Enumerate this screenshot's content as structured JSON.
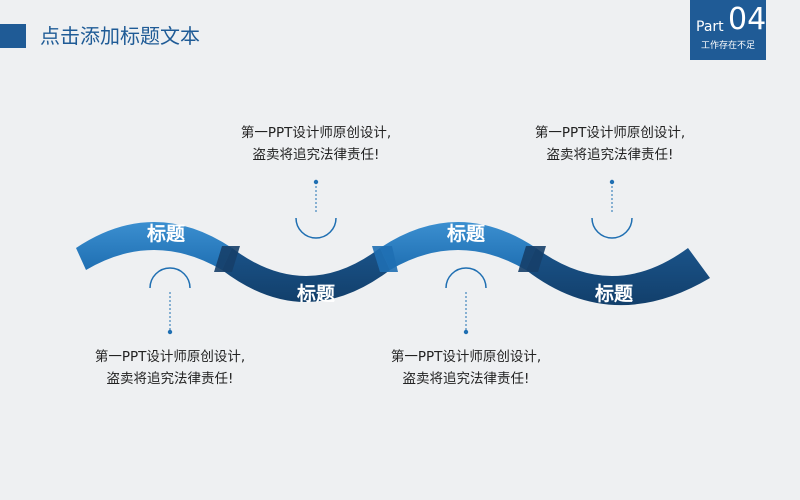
{
  "header": {
    "title": "点击添加标题文本"
  },
  "badge": {
    "part_label": "Part",
    "part_number": "04",
    "subtitle": "工作存在不足"
  },
  "segments": [
    {
      "label": "标题"
    },
    {
      "label": "标题"
    },
    {
      "label": "标题"
    },
    {
      "label": "标题"
    }
  ],
  "captions": [
    {
      "line1": "第一PPT设计师原创设计,",
      "line2": "盗卖将追究法律责任!"
    },
    {
      "line1": "第一PPT设计师原创设计,",
      "line2": "盗卖将追究法律责任!"
    },
    {
      "line1": "第一PPT设计师原创设计,",
      "line2": "盗卖将追究法律责任!"
    },
    {
      "line1": "第一PPT设计师原创设计,",
      "line2": "盗卖将追究法律责任!"
    }
  ],
  "colors": {
    "primary": "#1f5b96",
    "light": "#2a7fc1",
    "dark": "#174a7d",
    "background": "#eef0f2"
  }
}
